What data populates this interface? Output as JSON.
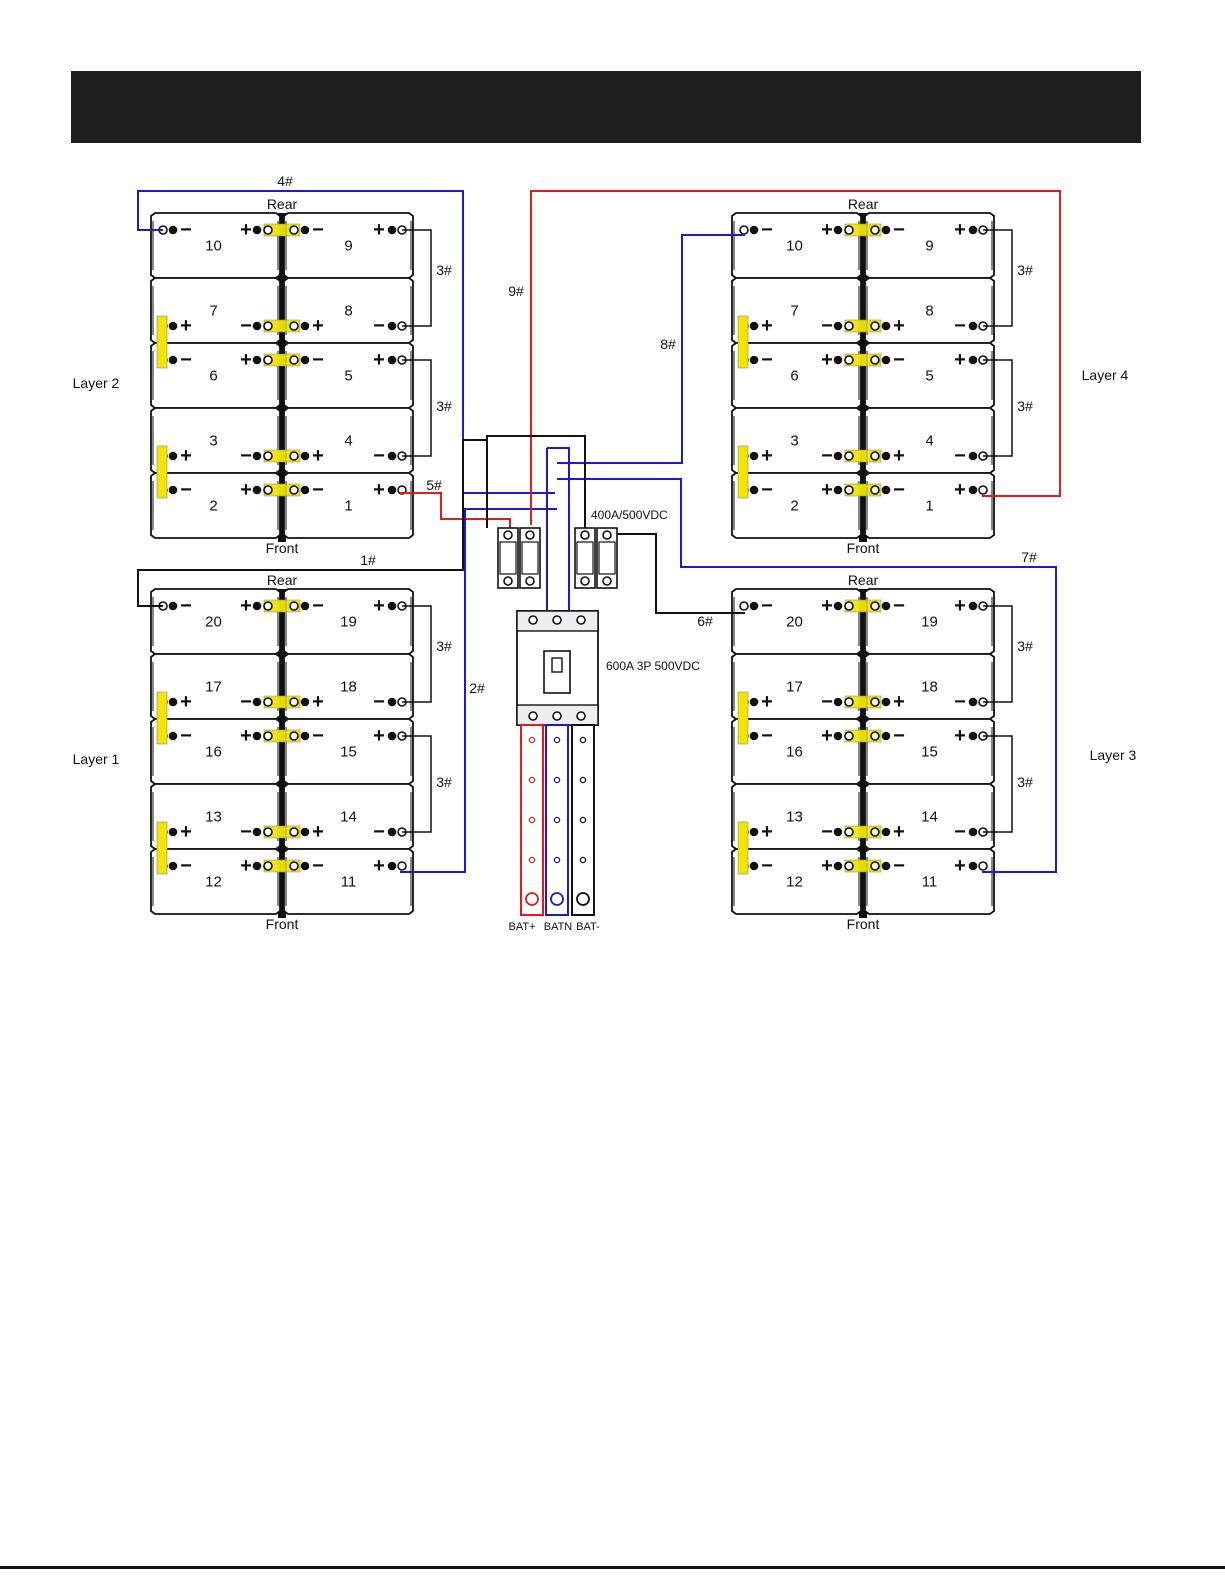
{
  "header": {
    "title": ""
  },
  "colors": {
    "positive_wire": "#e11b1b",
    "negative_wire": "#1a1ad6",
    "neutral_wire": "#111111",
    "link_bar": "#f2e600",
    "header_bg": "#1e1e1e"
  },
  "layers": [
    {
      "id": "layer2",
      "label": "Layer 2",
      "rear": "Rear",
      "front": "Front",
      "batteries": [
        "10",
        "9",
        "7",
        "8",
        "6",
        "5",
        "3",
        "4",
        "2",
        "1"
      ]
    },
    {
      "id": "layer1",
      "label": "Layer 1",
      "rear": "Rear",
      "front": "Front",
      "batteries": [
        "20",
        "19",
        "17",
        "18",
        "16",
        "15",
        "13",
        "14",
        "12",
        "11"
      ]
    },
    {
      "id": "layer4",
      "label": "Layer 4",
      "rear": "Rear",
      "front": "Front",
      "batteries": [
        "10",
        "9",
        "7",
        "8",
        "6",
        "5",
        "3",
        "4",
        "2",
        "1"
      ]
    },
    {
      "id": "layer3",
      "label": "Layer 3",
      "rear": "Rear",
      "front": "Front",
      "batteries": [
        "20",
        "19",
        "17",
        "18",
        "16",
        "15",
        "13",
        "14",
        "12",
        "11"
      ]
    }
  ],
  "wires": {
    "w4": "4#",
    "w3": "3#",
    "w5": "5#",
    "w1": "1#",
    "w2": "2#",
    "w9": "9#",
    "w8": "8#",
    "w7": "7#",
    "w6": "6#"
  },
  "components": {
    "fuse_rating": "400A/500VDC",
    "breaker_rating": "600A 3P 500VDC"
  },
  "busbars": {
    "pos": "BAT+",
    "n": "BATN",
    "neg": "BAT-"
  },
  "terminal_symbols": {
    "plus": "+",
    "minus": "−"
  }
}
